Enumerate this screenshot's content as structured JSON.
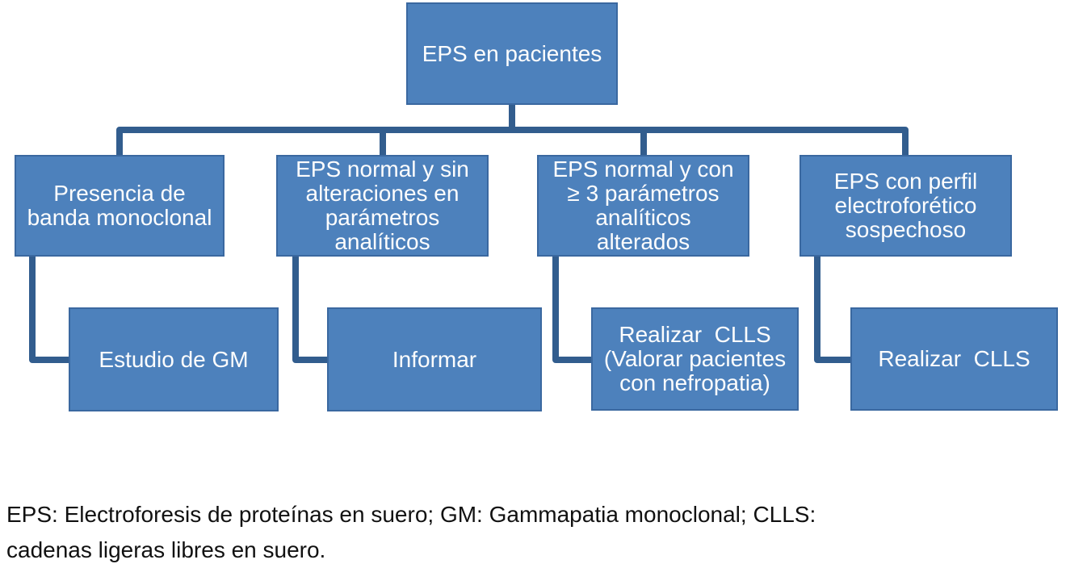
{
  "diagram": {
    "root": {
      "label": "EPS en pacientes"
    },
    "branches": [
      {
        "label": [
          "Presencia de",
          "banda monoclonal"
        ],
        "child": {
          "label": "Estudio de GM"
        }
      },
      {
        "label": [
          "EPS normal y sin",
          "alteraciones en",
          "parámetros",
          "analíticos"
        ],
        "child": {
          "label": "Informar"
        }
      },
      {
        "label": [
          "EPS normal y con",
          "≥ 3 parámetros",
          "analíticos",
          "alterados"
        ],
        "child": {
          "label": [
            "Realizar  CLLS",
            "(Valorar pacientes",
            "con nefropatia)"
          ]
        }
      },
      {
        "label": [
          "EPS con perfil",
          "electroforético",
          "sospechoso"
        ],
        "child": {
          "label": "Realizar  CLLS"
        }
      }
    ]
  },
  "footnote": {
    "lines": [
      "EPS: Electroforesis de proteínas en suero; GM: Gammapatia monoclonal; CLLS:",
      "cadenas ligeras libres en suero."
    ]
  },
  "colors": {
    "background": "#ffffff",
    "box_fill": "#4d81bc",
    "box_border": "#3a68a0",
    "box_text": "#fdfdfd",
    "connector": "#325d8e",
    "footnote_text": "#111111"
  }
}
